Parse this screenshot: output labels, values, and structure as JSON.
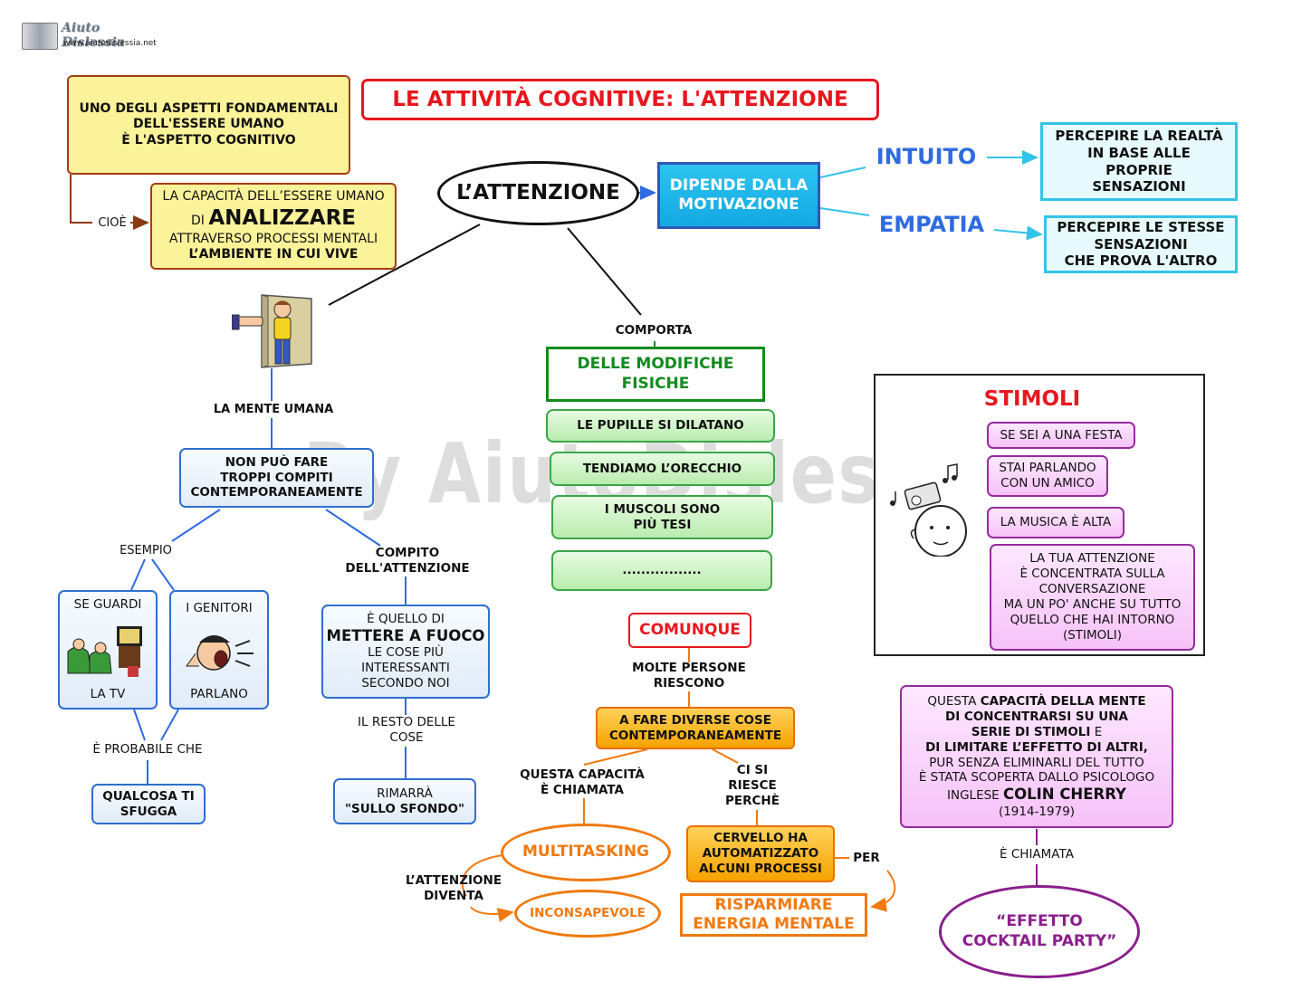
{
  "logo": {
    "name": "Aiuto Dislessia",
    "url": "www.aiutodislessia.net"
  },
  "watermark": "By AiutoDislessia.net",
  "title": "LE ATTIVITÀ COGNITIVE: L'ATTENZIONE",
  "intro": {
    "text": "UNO DEGLI ASPETTI FONDAMENTALI\nDELL'ESSERE UMANO\nÈ L'ASPETTO COGNITIVO",
    "link": "CIOÈ",
    "def_line1": "LA CAPACITÀ DELL’ESSERE UMANO",
    "def_di": "DI",
    "def_keyword": "ANALIZZARE",
    "def_line3": "ATTRAVERSO PROCESSI MENTALI",
    "def_line4": "L’AMBIENTE IN CUI VIVE"
  },
  "center": {
    "label": "L’ATTENZIONE"
  },
  "motivation": {
    "label": "DIPENDE DALLA\nMOTIVAZIONE",
    "intuito": "INTUITO",
    "intuito_def": "PERCEPIRE LA REALTÀ\nIN BASE ALLE\nPROPRIE\nSENSAZIONI",
    "empatia": "EMPATIA",
    "empatia_def": "PERCEPIRE LE STESSE\nSENSAZIONI\nCHE PROVA L'ALTRO"
  },
  "mind": {
    "label": "LA MENTE UMANA",
    "box": "NON  PUÒ  FARE\nTROPPI  COMPITI\nCONTEMPORANEAMENTE",
    "esempio": "ESEMPIO",
    "tv_top": "SE GUARDI",
    "tv_bottom": "LA TV",
    "parents_top": "I GENITORI",
    "parents_bottom": "PARLANO",
    "probabile": "È PROBABILE CHE",
    "result": "QUALCOSA TI\nSFUGGA",
    "compito": "COMPITO\nDELL'ATTENZIONE",
    "focus_line1": "È QUELLO DI",
    "focus_keyword": "METTERE A FUOCO",
    "focus_rest": "LE COSE PIÙ\nINTERESSANTI\nSECONDO NOI",
    "resto": "IL RESTO DELLE\nCOSE",
    "rimarra_line1": "RIMARRÀ",
    "rimarra_line2": "\"SULLO SFONDO\""
  },
  "physical": {
    "comporta": "COMPORTA",
    "header": "DELLE  MODIFICHE\nFISICHE",
    "items": [
      "LE PUPILLE SI DILATANO",
      "TENDIAMO L’ORECCHIO",
      "I MUSCOLI SONO\nPIÙ TESI",
      "................."
    ]
  },
  "multitask": {
    "comunque": "COMUNQUE",
    "molte": "MOLTE PERSONE\nRIESCONO",
    "fare": "A FARE DIVERSE COSE\nCONTEMPORANEAMENTE",
    "chiamata": "QUESTA CAPACITÀ\nÈ CHIAMATA",
    "ci_si": "CI SI\nRIESCE\nPERCHÈ",
    "multitasking": "MULTITASKING",
    "diventa": "L’ATTENZIONE\nDIVENTA",
    "inconsapevole": "INCONSAPEVOLE",
    "cervello": "CERVELLO HA\nAUTOMATIZZATO\nALCUNI PROCESSI",
    "per": "PER",
    "risparmiare": "RISPARMIARE\nENERGIA MENTALE"
  },
  "stimoli": {
    "title": "STIMOLI",
    "items": [
      "SE SEI A UNA FESTA",
      "STAI PARLANDO\nCON UN AMICO",
      "LA MUSICA È ALTA"
    ],
    "conclusion": "LA TUA ATTENZIONE\nÈ CONCENTRATA SULLA\nCONVERSAZIONE\nMA UN PO' ANCHE SU TUTTO\nQUELLO CHE HAI INTORNO\n(STIMOLI)"
  },
  "cocktail": {
    "p1": "QUESTA ",
    "p1_bold": "CAPACITÀ DELLA MENTE\nDI CONCENTRARSI SU UNA\nSERIE DI STIMOLI",
    "p2": " E",
    "p3_bold": "DI LIMITARE L’EFFETTO DI ALTRI,",
    "p4": "PUR SENZA ELIMINARLI DEL TUTTO\nÈ STATA SCOPERTA DALLO PSICOLOGO\nINGLESE ",
    "p4_bold": "COLIN CHERRY",
    "p5": "(1914-1979)",
    "chiamata": "È CHIAMATA",
    "effect": "“EFFETTO\nCOCKTAIL PARTY”"
  },
  "colors": {
    "red": "#e8161e",
    "blue_text": "#2f6be0",
    "cyan": "#34c3e8",
    "green": "#138a1e",
    "orange": "#f07a10",
    "purple": "#8a1f8c",
    "yellow": "#fbf39a"
  }
}
